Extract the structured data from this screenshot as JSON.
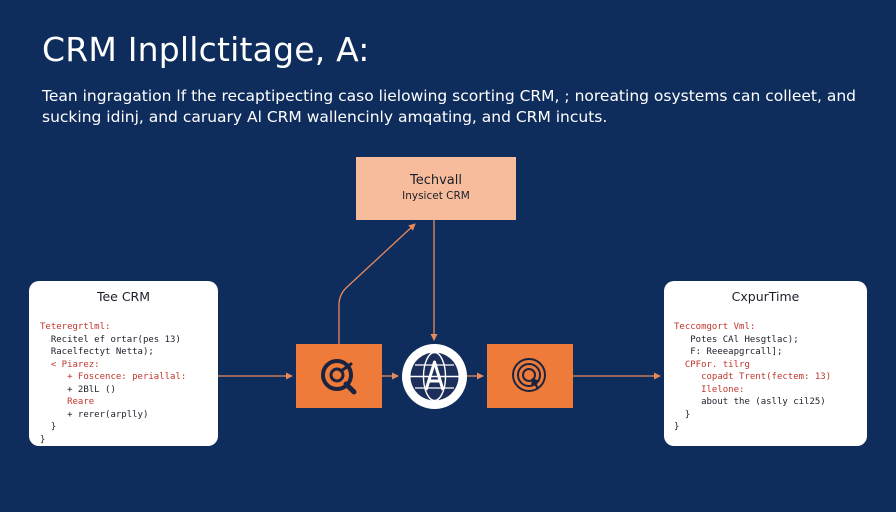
{
  "header": {
    "title": "CRM Inpllctitage, A:",
    "subtitle_line1": "Tean ingragation lf the recaptipecting caso lielowing scorting CRM, ; noreating osystems can colleet, and",
    "subtitle_line2": "sucking idinj, and caruary Al CRM wallencinly amqating, and CRM incuts."
  },
  "top_node": {
    "line1": "Techvall",
    "line2": "Inysicet CRM"
  },
  "left_card": {
    "title": "Tee CRM",
    "lines": [
      "Teteregrtlml:",
      "  Recitel ef ortar(pes 13)",
      "  Racelfectyt Netta);",
      "  < Piarez:",
      "     + Foscence: periallal:",
      "     + 2BlL ()",
      "     Reare",
      "     + rerer(arplly)",
      "  }",
      "}"
    ]
  },
  "right_card": {
    "title": "CxpurTime",
    "lines": [
      "Teccomgort Vml:",
      "   Potes CAl Hesgtlac);",
      "   F: Reeeapgrcall];",
      "  CPFor. tilrg",
      "     copadt Trent(fectem: 13)",
      "     Ilelone:",
      "     about the (aslly cil25)",
      "  }",
      "}"
    ]
  },
  "colors": {
    "background": "#0f2d5c",
    "accent_orange": "#ee7b3a",
    "top_node_fill": "#f6bc9b",
    "card_fill": "#ffffff"
  },
  "icons": {
    "left_box": "magnifier-target-icon",
    "center": "ai-globe-icon",
    "right_box": "target-cursor-icon"
  }
}
